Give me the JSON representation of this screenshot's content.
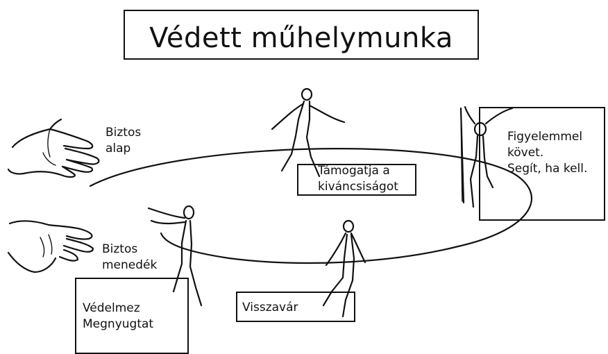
{
  "title": "Védett műhelymunka",
  "labels": {
    "biztos_alap": [
      "Biztos",
      "alap"
    ],
    "biztos_menedek": [
      "Biztos",
      "menedék"
    ],
    "tamogatja": [
      "Támogatja a",
      "kiváncsiságot"
    ],
    "figyelemmel": [
      "Figyelemmel",
      "követ.",
      "Segít, ha kell."
    ],
    "vedelmez": [
      "Védelmez",
      "Megnyugtat"
    ],
    "visszavar": "Visszavár"
  }
}
